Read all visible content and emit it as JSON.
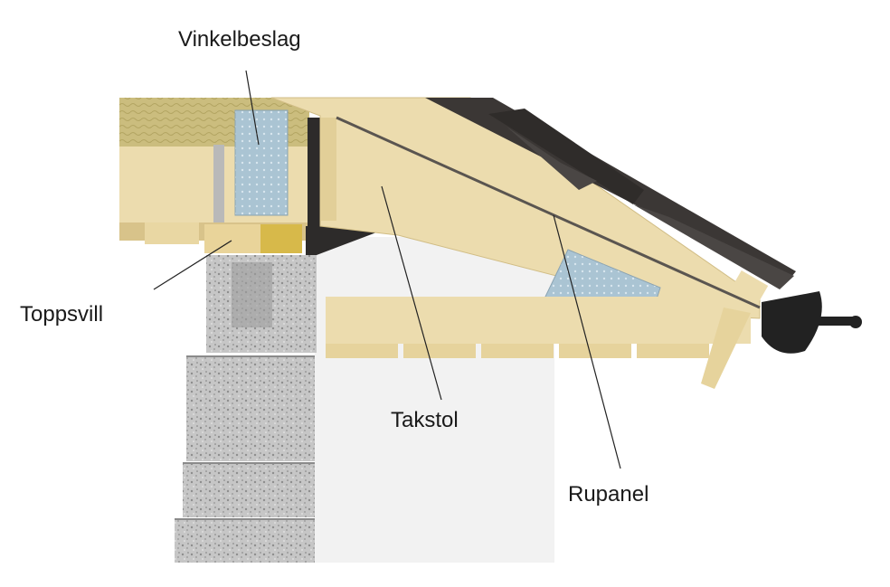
{
  "labels": {
    "vinkelbeslag": "Vinkelbeslag",
    "toppsvill": "Toppsvill",
    "takstol": "Takstol",
    "rupanel": "Rupanel"
  },
  "colors": {
    "timber": "#ecdcae",
    "timber_dark": "#d8c38a",
    "roof_tile": "#3b3735",
    "concrete": "#b9b9b9",
    "plate": "#a9c3d2",
    "wall": "#f3f3f3"
  }
}
